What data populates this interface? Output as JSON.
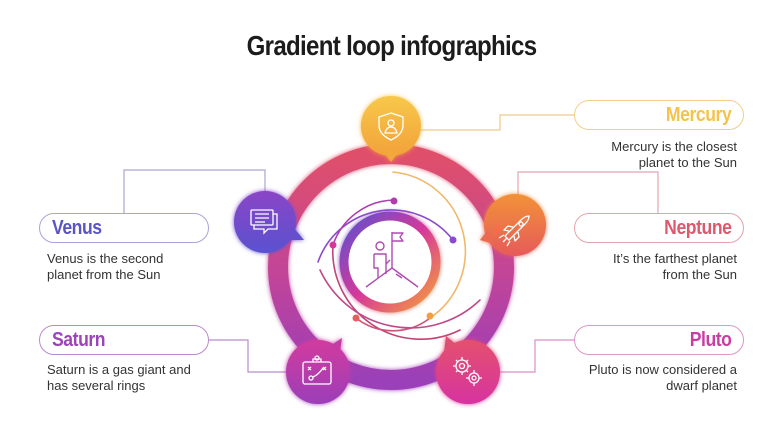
{
  "title": "Gradient loop infographics",
  "center": {
    "icon": "person-with-flag-on-mountain-icon"
  },
  "items": [
    {
      "id": "mercury",
      "label": "Mercury",
      "description_line1": "Mercury is the closest",
      "description_line2": "planet to the Sun",
      "color": "#f5c04a",
      "icon": "shield-user-icon",
      "side": "right"
    },
    {
      "id": "neptune",
      "label": "Neptune",
      "description_line1": "It’s the farthest planet",
      "description_line2": "from the Sun",
      "color": "#e0556e",
      "icon": "rocket-icon",
      "side": "right"
    },
    {
      "id": "pluto",
      "label": "Pluto",
      "description_line1": "Pluto is now considered a",
      "description_line2": "dwarf planet",
      "color": "#c93da3",
      "icon": "gears-icon",
      "side": "right"
    },
    {
      "id": "venus",
      "label": "Venus",
      "description_line1": "Venus is the second",
      "description_line2": "planet from the Sun",
      "color": "#5b55c4",
      "icon": "chat-bubbles-icon",
      "side": "left"
    },
    {
      "id": "saturn",
      "label": "Saturn",
      "description_line1": "Saturn is a gas giant and",
      "description_line2": "has several rings",
      "color": "#9a44b8",
      "icon": "strategy-board-icon",
      "side": "left"
    }
  ],
  "colors": {
    "yellow": "#f7c043",
    "orange": "#f08a3a",
    "red": "#e2506a",
    "magenta": "#d6389a",
    "purple": "#9a3fb8",
    "violet": "#5a52d0"
  }
}
